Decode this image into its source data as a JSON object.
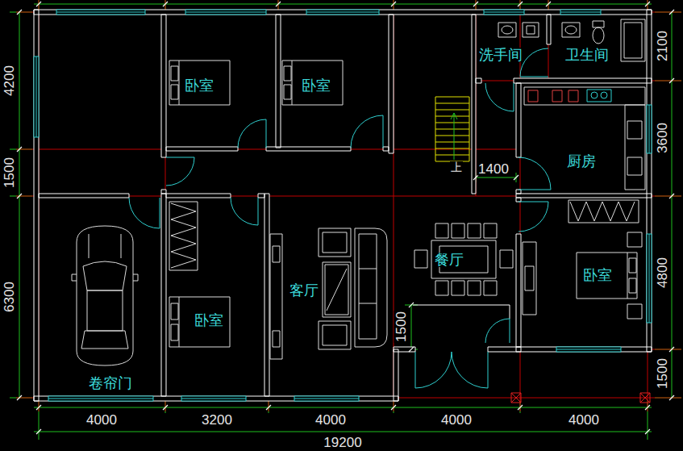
{
  "diagram": {
    "nodes": [
      {
        "text": [
          "卧室"
        ]
      },
      {
        "text": [
          "卧室"
        ]
      },
      {
        "text": [
          "洗手间"
        ]
      },
      {
        "text": [
          "卫生间"
        ]
      },
      {
        "text": [
          "厨房"
        ]
      },
      {
        "text": [
          "卷帘门"
        ]
      },
      {
        "text": [
          "卧室"
        ]
      },
      {
        "text": [
          "客厅"
        ]
      },
      {
        "text": [
          "餐厅"
        ]
      },
      {
        "text": [
          "卧室"
        ]
      }
    ],
    "labels": [
      "4200",
      "1500",
      "6300",
      "2100",
      "3600",
      "4800",
      "1500",
      "1400",
      "上",
      "1500",
      "4000",
      "3200",
      "4000",
      "4000",
      "4000",
      "19200"
    ]
  }
}
